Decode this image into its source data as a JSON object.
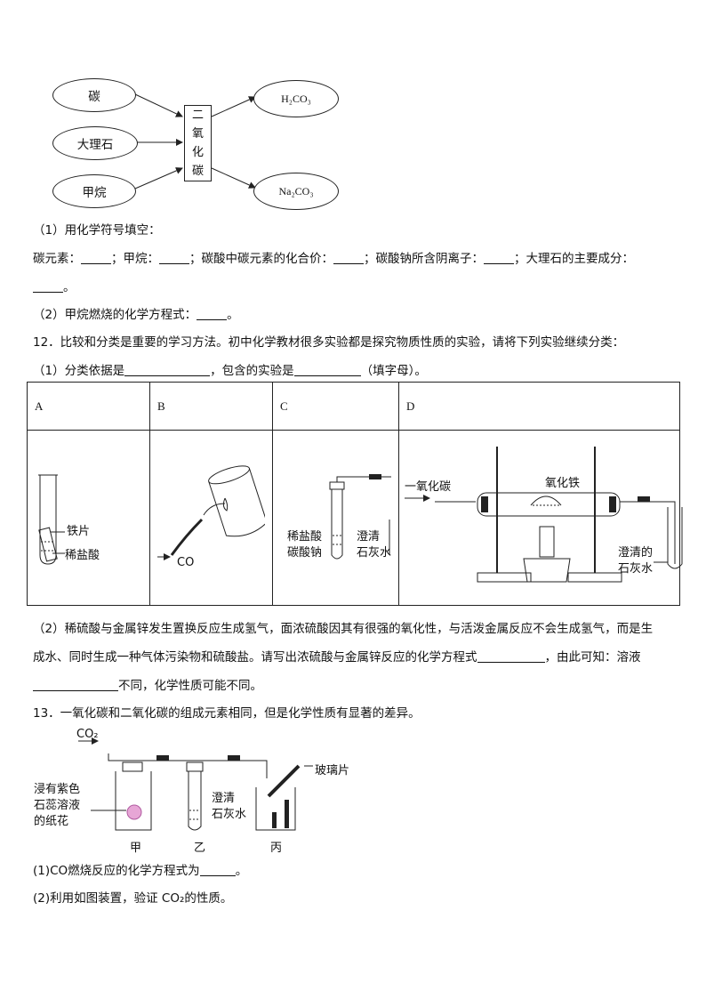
{
  "flow": {
    "inputs": [
      "碳",
      "大理石",
      "甲烷"
    ],
    "center": [
      "二",
      "氧",
      "化",
      "碳"
    ],
    "outputs": [
      "H₂CO₃",
      "Na₂CO₃"
    ]
  },
  "q11": {
    "p1_title": "（1）用化学符号填空：",
    "p1_a": "碳元素：",
    "p1_b": "；甲烷：",
    "p1_c": "；碳酸中碳元素的化合价：",
    "p1_d": "；碳酸钠所含阴离子：",
    "p1_e": "；大理石的主要成分：",
    "p1_end": "。",
    "p2_text": "（2）甲烷燃烧的化学方程式：",
    "p2_end": "。"
  },
  "q12": {
    "intro": "12．比较和分类是重要的学习方法。初中化学教材很多实验都是探究物质性质的实验，请将下列实验继续分类：",
    "p1_a": "（1）分类依据是",
    "p1_b": "，包含的实验是",
    "p1_c": "（填字母）。",
    "table": {
      "headers": [
        "A",
        "B",
        "C",
        "D"
      ],
      "a_labels": [
        "铁片",
        "稀盐酸"
      ],
      "b_labels": [
        "CO"
      ],
      "c_labels": [
        "稀盐酸",
        "碳酸钠",
        "澄清",
        "石灰水"
      ],
      "d_labels": [
        "一氧化碳",
        "氧化铁",
        "澄清的",
        "石灰水"
      ]
    },
    "p2_line1": "（2）稀硫酸与金属锌发生置换反应生成氢气，面浓硫酸因其有很强的氧化性，与活泼金属反应不会生成氢气，而是生",
    "p2_line2a": "成水、同时生成一种气体污染物和硫酸盐。请写出浓硫酸与金属锌反应的化学方程式",
    "p2_line2b": "，由此可知：溶液",
    "p2_line3": "不同，化学性质可能不同。"
  },
  "q13": {
    "intro": "13．一氧化碳和二氧化碳的组成元素相同，但是化学性质有显著的差异。",
    "labels": {
      "co2": "CO₂",
      "flower": [
        "浸有紫色",
        "石蕊溶液",
        "的纸花"
      ],
      "limewater": [
        "澄清",
        "石灰水"
      ],
      "glass": "玻璃片",
      "jia": "甲",
      "yi": "乙",
      "bing": "丙"
    },
    "p1_a": "(1)CO燃烧反应的化学方程式为",
    "p1_b": "。",
    "p2": "(2)利用如图装置，验证 CO₂的性质。"
  }
}
